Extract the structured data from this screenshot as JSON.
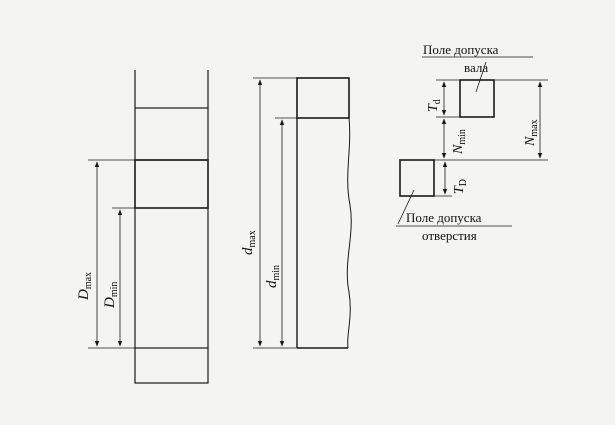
{
  "labels": {
    "shaft_zone_line1": "Поле допуска",
    "shaft_zone_line2": "вала",
    "hole_zone_line1": "Поле допуска",
    "hole_zone_line2": "отверстия"
  },
  "symbols": {
    "D_max": {
      "base": "D",
      "sub": "max"
    },
    "D_min": {
      "base": "D",
      "sub": "min"
    },
    "d_max": {
      "base": "d",
      "sub": "max"
    },
    "d_min": {
      "base": "d",
      "sub": "min"
    },
    "T_d": {
      "base": "T",
      "sub": "d"
    },
    "T_D": {
      "base": "T",
      "sub": "D"
    },
    "N_min": {
      "base": "N",
      "sub": "min"
    },
    "N_max": {
      "base": "N",
      "sub": "max"
    }
  },
  "colors": {
    "ink": "#1a1a1a",
    "paper": "#f4f4f1"
  }
}
